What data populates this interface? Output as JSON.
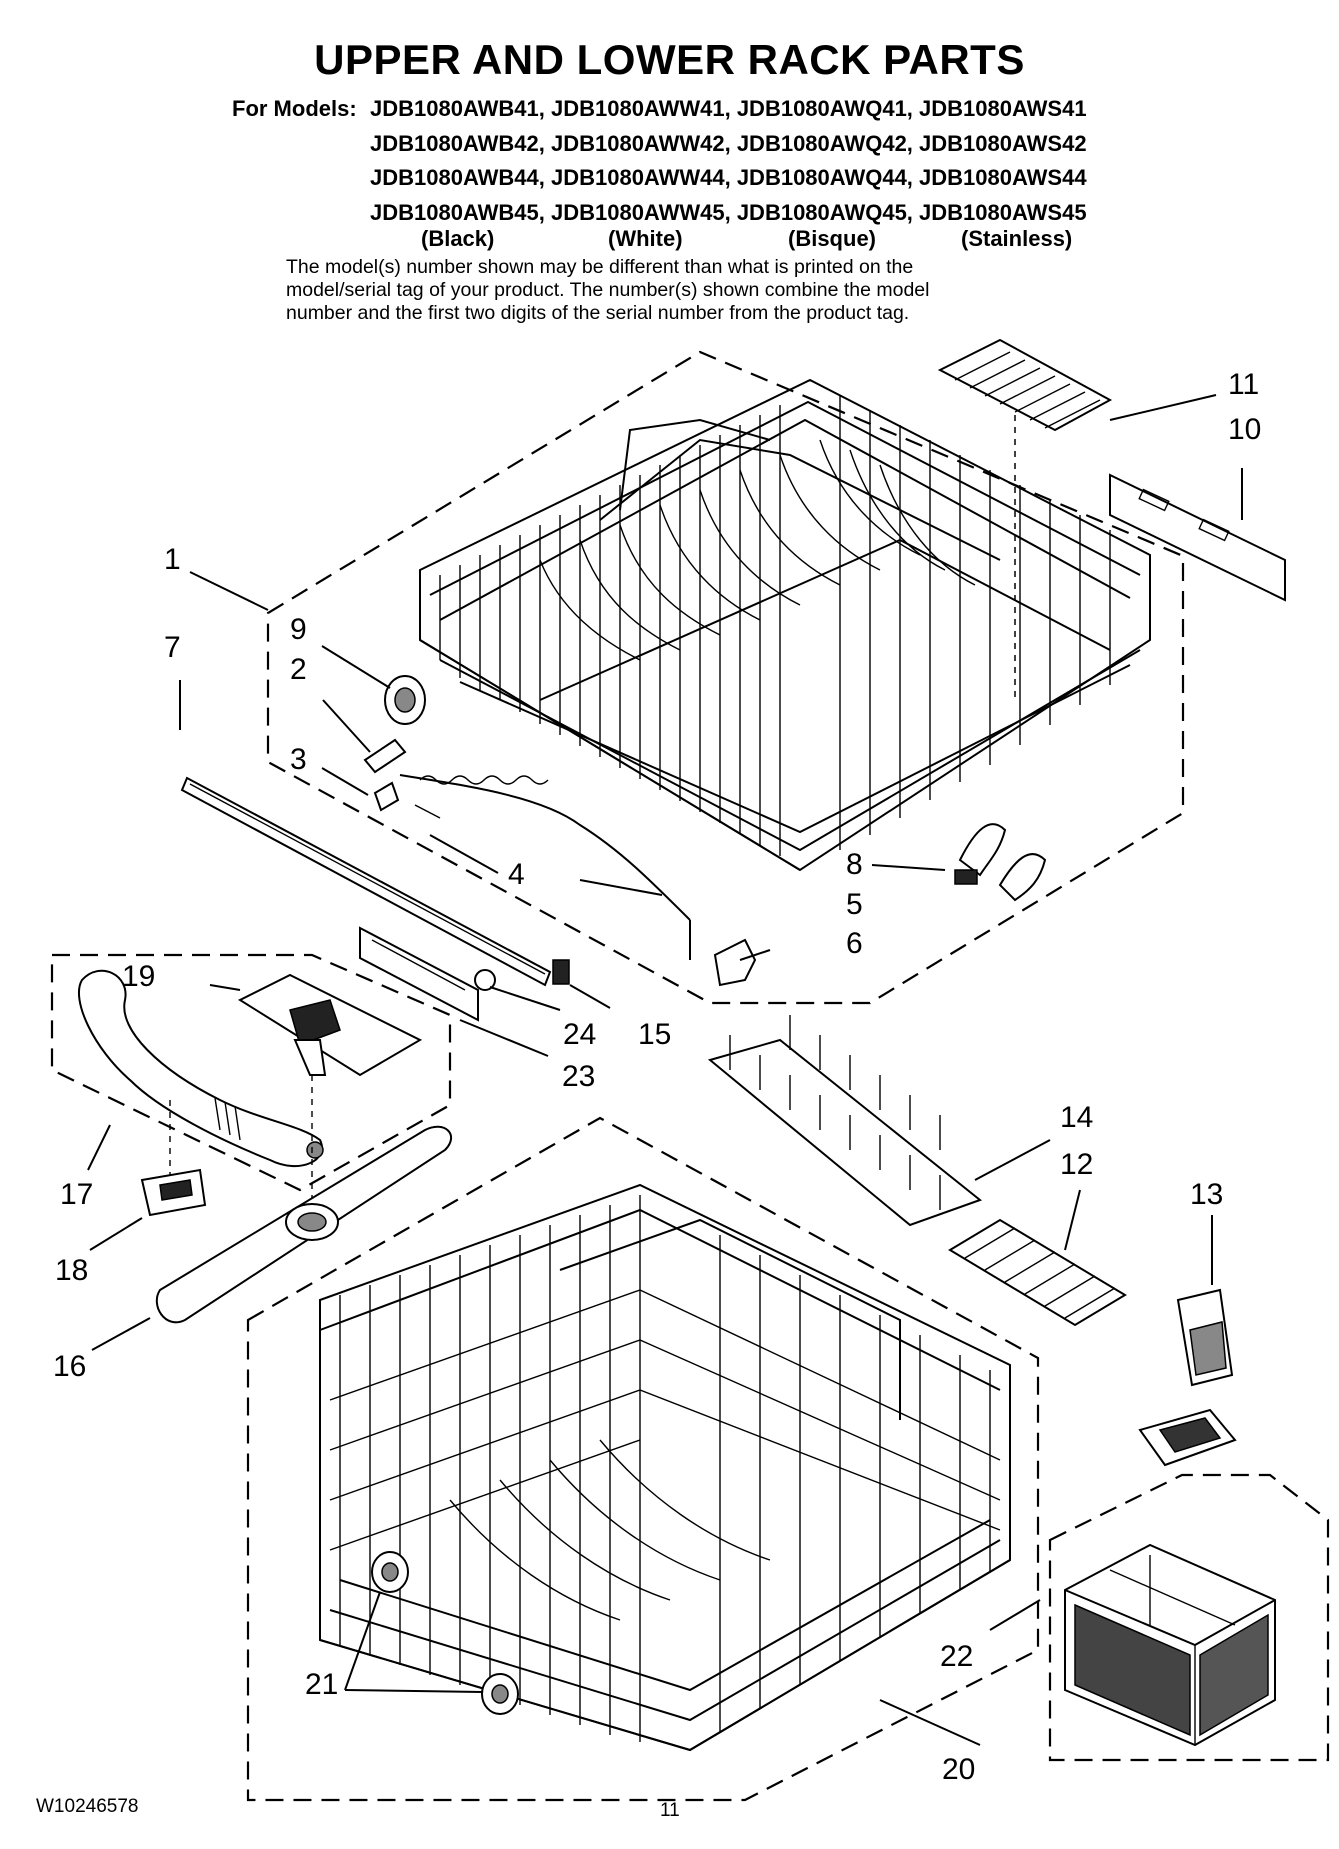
{
  "title": "UPPER AND LOWER RACK PARTS",
  "models": {
    "prefix": "For Models:",
    "rows": [
      "JDB1080AWB41, JDB1080AWW41, JDB1080AWQ41, JDB1080AWS41",
      "JDB1080AWB42, JDB1080AWW42, JDB1080AWQ42, JDB1080AWS42",
      "JDB1080AWB44, JDB1080AWW44, JDB1080AWQ44, JDB1080AWS44",
      "JDB1080AWB45, JDB1080AWW45, JDB1080AWQ45, JDB1080AWS45"
    ],
    "colors": [
      "(Black)",
      "(White)",
      "(Bisque)",
      "(Stainless)"
    ]
  },
  "note": [
    "The model(s) number shown may be different than what is printed on the",
    "model/serial tag of your product. The number(s) shown combine the model",
    "number and the first two digits of the serial number from the product tag."
  ],
  "callouts": {
    "c1": "1",
    "c2": "2",
    "c3": "3",
    "c4": "4",
    "c5": "5",
    "c6": "6",
    "c7": "7",
    "c8": "8",
    "c9": "9",
    "c10": "10",
    "c11": "11",
    "c12": "12",
    "c13": "13",
    "c14": "14",
    "c15": "15",
    "c16": "16",
    "c17": "17",
    "c18": "18",
    "c19": "19",
    "c20": "20",
    "c21": "21",
    "c22": "22",
    "c23": "23",
    "c24": "24"
  },
  "footer": {
    "doc_number": "W10246578",
    "page_number": "11"
  }
}
